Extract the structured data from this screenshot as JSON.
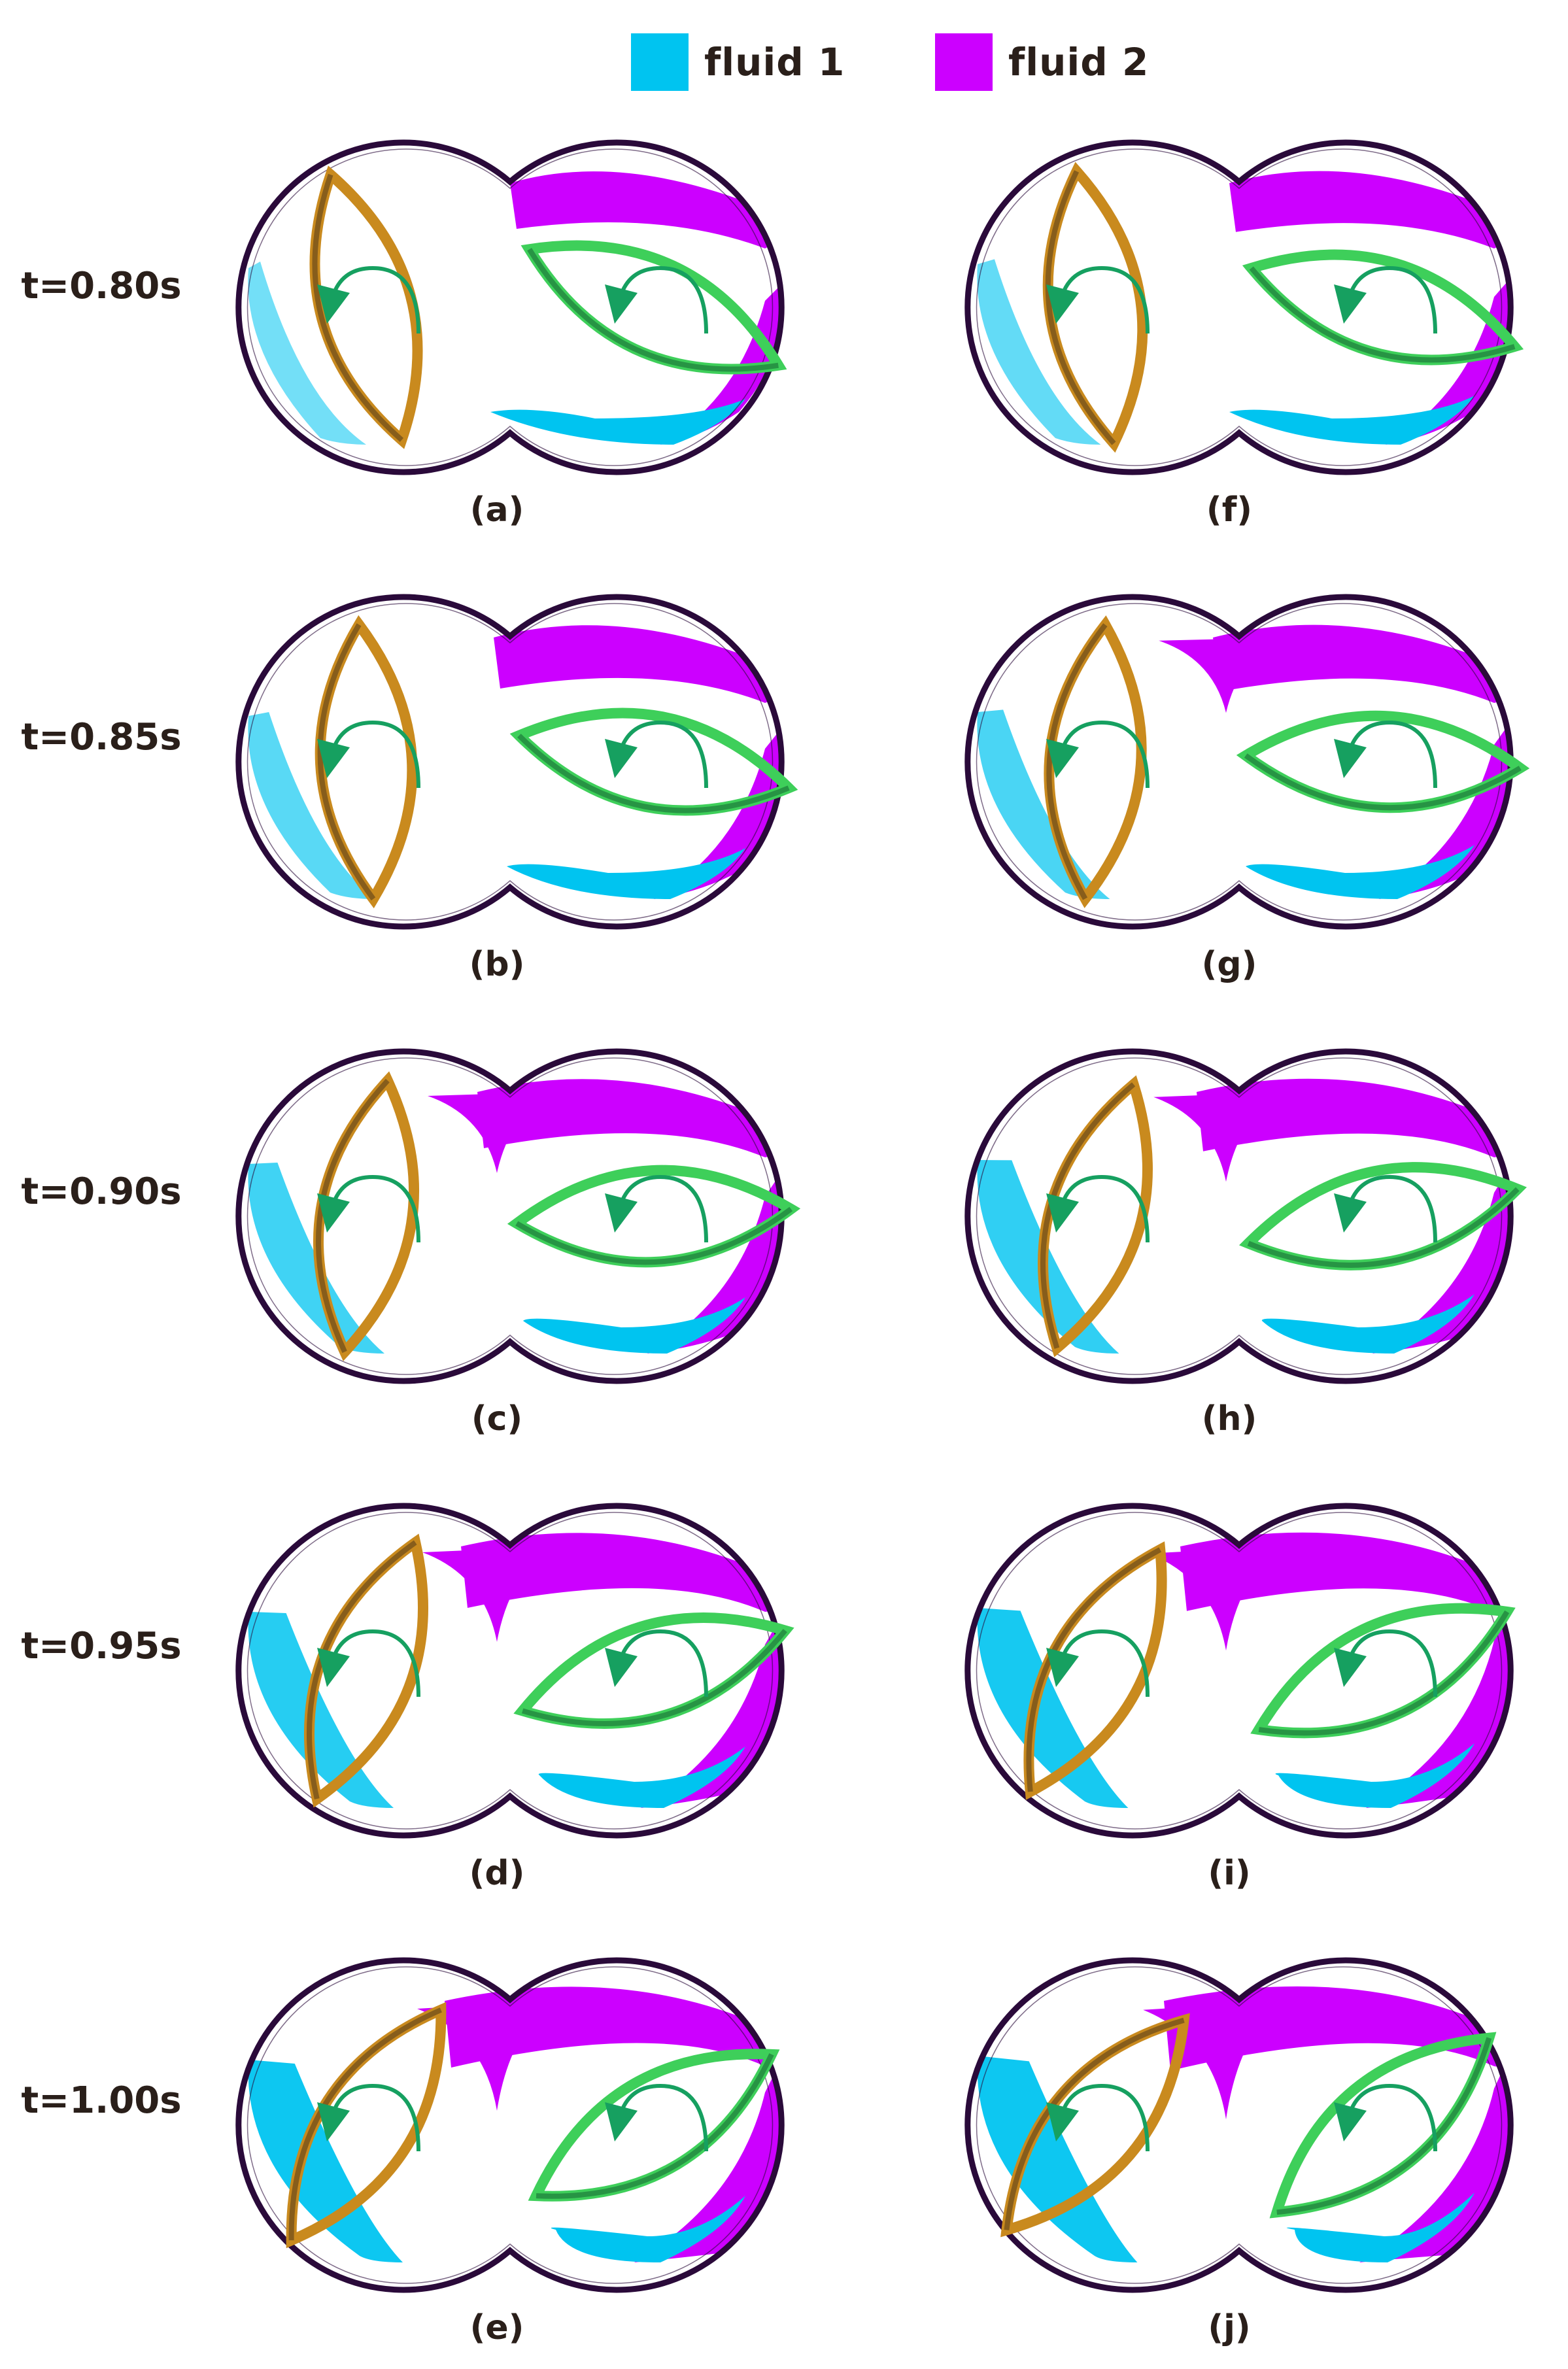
{
  "legend": {
    "fluid1": {
      "label": "fluid  1",
      "color": "#00c4f0"
    },
    "fluid2": {
      "label": "fluid  2",
      "color": "#cc00ff"
    }
  },
  "times": [
    "t=0.80s",
    "t=0.85s",
    "t=0.90s",
    "t=0.95s",
    "t=1.00s"
  ],
  "panels": {
    "left": [
      "(a)",
      "(b)",
      "(c)",
      "(d)",
      "(e)"
    ],
    "right": [
      "(f)",
      "(g)",
      "(h)",
      "(i)",
      "(j)"
    ]
  },
  "colors": {
    "casing": "#2a0a3a",
    "left_rotor": "#c98a1e",
    "left_rotor_dark": "#6b4a1a",
    "right_rotor": "#3ecf5a",
    "right_rotor_dark": "#1e7a3a",
    "arrow": "#16a060"
  }
}
